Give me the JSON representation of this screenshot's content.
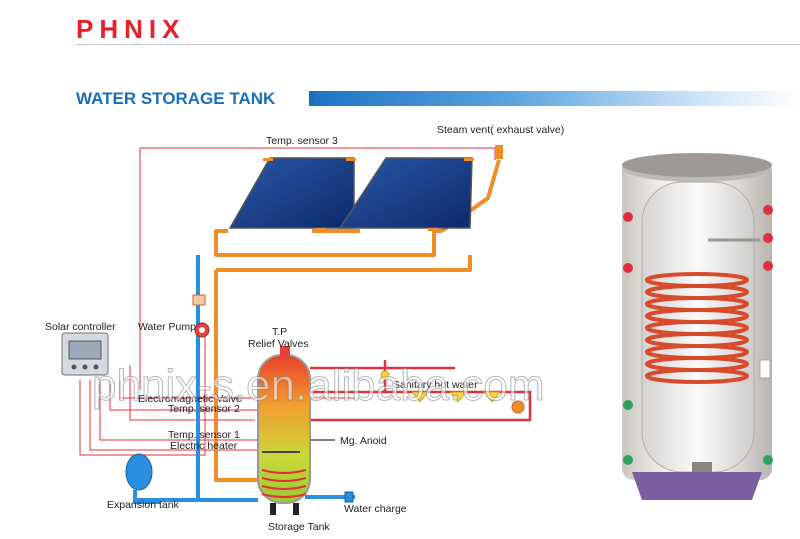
{
  "header": {
    "brand": "PHNIX",
    "title": "WATER STORAGE TANK"
  },
  "labels": {
    "temp_sensor_3": "Temp. sensor 3",
    "steam_vent": "Steam vent( exhaust valve)",
    "solar_controller": "Solar controller",
    "water_pump": "Water Pump",
    "tp_line1": "T.P",
    "tp_line2": "Relief Valves",
    "sanitary_water": "Sanitary hot water",
    "electromagnetic_valve": "Electromagnetic Valve",
    "temp_sensor_2": "Temp. sensor 2",
    "temp_sensor_1": "Temp. sensor 1",
    "electric_heater": "Electric heater",
    "mg_anode": "Mg. Anoid",
    "expansion_tank": "Expansion tank",
    "storage_tank": "Storage Tank",
    "water_charge": "Water charge"
  },
  "watermark": "phnix-s.en.alibaba.com",
  "colors": {
    "brand": "#e8202a",
    "title": "#1a6fb8",
    "pipe_hot": "#f28c28",
    "pipe_cold": "#2b8fe0",
    "wire": "#e0303a"
  }
}
